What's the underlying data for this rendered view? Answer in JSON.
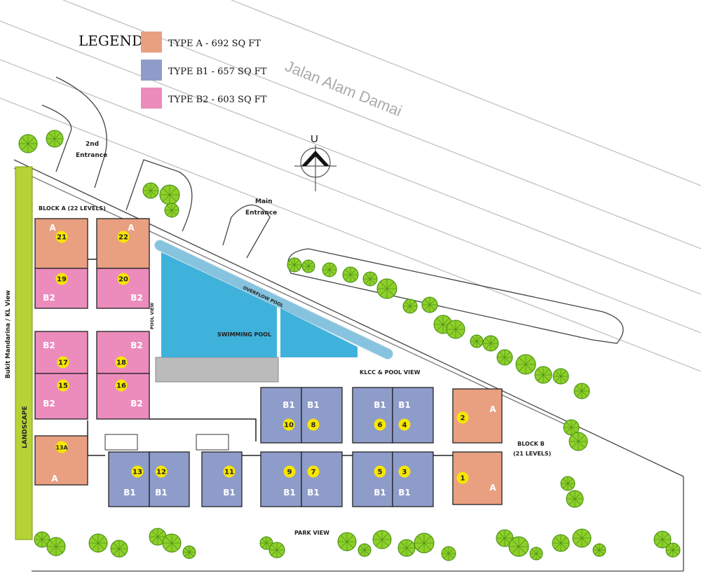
{
  "legend": {
    "title": "LEGEND",
    "items": [
      {
        "label": "TYPE A - 692 SQ FT",
        "type": "A",
        "color": "#e8a081"
      },
      {
        "label": "TYPE B1 - 657 SQ FT",
        "type": "B1",
        "color": "#8e9cca"
      },
      {
        "label": "TYPE B2 - 603 SQ FT",
        "type": "B2",
        "color": "#ec8cbd"
      }
    ]
  },
  "road_name": "Jalan Alam Damai",
  "north_label": "U",
  "labels": {
    "second_entrance": [
      "2nd",
      "Entrance"
    ],
    "main_entrance": [
      "Main",
      "Entrance"
    ],
    "block_a": "BLOCK A (22 LEVELS)",
    "block_b": [
      "BLOCK B",
      "(21 LEVELS)"
    ],
    "pool_view": "POOL VIEW",
    "swimming_pool": "SWIMMING POOL",
    "overflow_pool": "OVERFLOW POOL",
    "klcc_pool_view": "KLCC & POOL VIEW",
    "park_view": "PARK VIEW",
    "landscape": "LANDSCAPE",
    "side_view": "Bukit Mandarina / KL View"
  },
  "units": [
    {
      "number": "21",
      "type": "A"
    },
    {
      "number": "22",
      "type": "A"
    },
    {
      "number": "19",
      "type": "B2"
    },
    {
      "number": "20",
      "type": "B2"
    },
    {
      "number": "17",
      "type": "B2"
    },
    {
      "number": "18",
      "type": "B2"
    },
    {
      "number": "15",
      "type": "B2"
    },
    {
      "number": "16",
      "type": "B2"
    },
    {
      "number": "13A",
      "type": "A"
    },
    {
      "number": "13",
      "type": "B1"
    },
    {
      "number": "12",
      "type": "B1"
    },
    {
      "number": "11",
      "type": "B1"
    },
    {
      "number": "10",
      "type": "B1"
    },
    {
      "number": "8",
      "type": "B1"
    },
    {
      "number": "6",
      "type": "B1"
    },
    {
      "number": "4",
      "type": "B1"
    },
    {
      "number": "9",
      "type": "B1"
    },
    {
      "number": "7",
      "type": "B1"
    },
    {
      "number": "5",
      "type": "B1"
    },
    {
      "number": "3",
      "type": "B1"
    },
    {
      "number": "2",
      "type": "A"
    },
    {
      "number": "1",
      "type": "A"
    }
  ],
  "colors": {
    "badge": "#f7e600",
    "landscape": "#b5d334",
    "tree": "#8fcf2a",
    "pool": "#3fb2dc",
    "overflow": "#9ad6f0"
  }
}
